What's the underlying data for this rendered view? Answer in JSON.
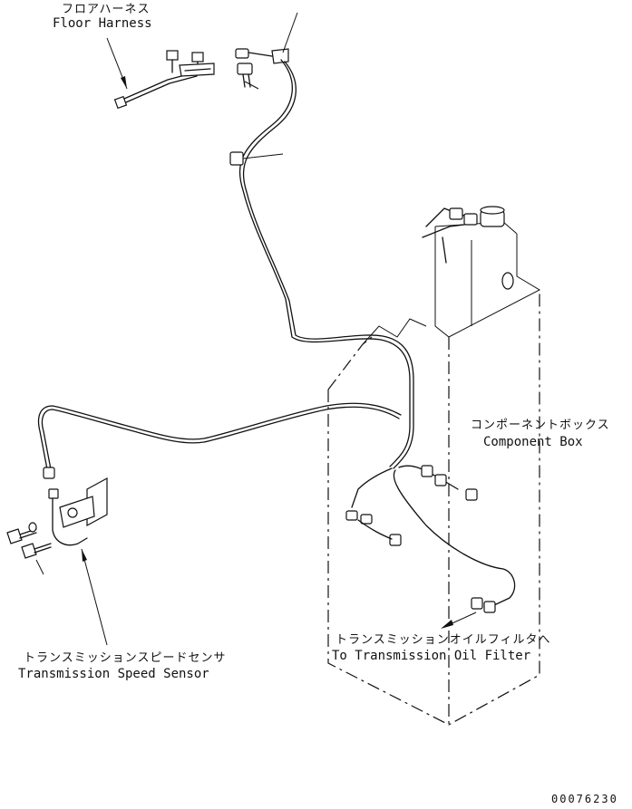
{
  "labels": {
    "floor_harness_jp": "フロアハーネス",
    "floor_harness_en": "Floor Harness",
    "component_box_jp": "コンポーネントボックス",
    "component_box_en": "Component Box",
    "oil_filter_jp": "トランスミッションオイルフィルタへ",
    "oil_filter_en": "To Transmission Oil Filter",
    "speed_sensor_jp": "トランスミッションスピードセンサ",
    "speed_sensor_en": "Transmission Speed Sensor"
  },
  "drawing_code": "00076230"
}
